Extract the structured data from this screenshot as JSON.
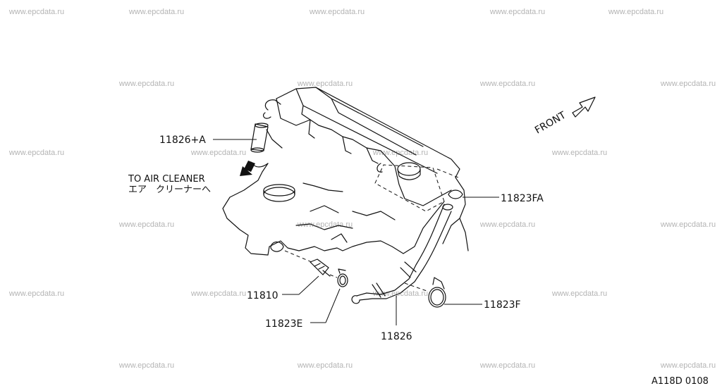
{
  "watermark": {
    "text": "www.epcdata.ru",
    "rows": [
      [
        52,
        222,
        478,
        734,
        902
      ],
      [
        208,
        461,
        720,
        976
      ],
      [
        52,
        310,
        568,
        822
      ],
      [
        208,
        461,
        720,
        976
      ],
      [
        52,
        310,
        568,
        822
      ],
      [
        208,
        461,
        720,
        976
      ]
    ]
  },
  "parts": {
    "p1": "11826+A",
    "p2": "11823FA",
    "p3": "11810",
    "p4": "11823E",
    "p5": "11826",
    "p6": "11823F"
  },
  "notes": {
    "air_cleaner_en": "TO AIR CLEANER",
    "air_cleaner_jp": "エア　クリーナーへ"
  },
  "front_label": "FRONT",
  "diagram_ref": "A118D 0108"
}
